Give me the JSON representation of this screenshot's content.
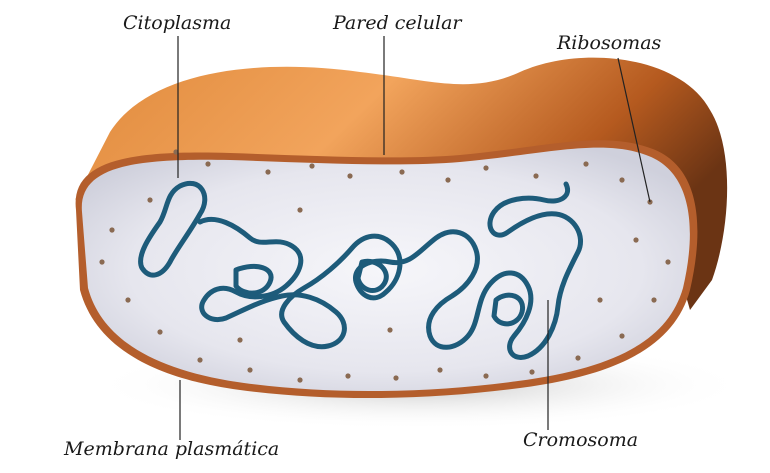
{
  "labels": {
    "cytoplasm": "Citoplasma",
    "cell_wall": "Pared celular",
    "ribosomes": "Ribosomas",
    "plasma_membrane": "Membrana plasmática",
    "chromosome": "Cromosoma"
  },
  "colors": {
    "wall_outer": "#c0611c",
    "wall_highlight": "#f0a45e",
    "cytoplasm": "#e9e9f0",
    "membrane": "#a8552a",
    "chromosome": "#1d5b7a",
    "ribosome": "#8a6a52"
  }
}
